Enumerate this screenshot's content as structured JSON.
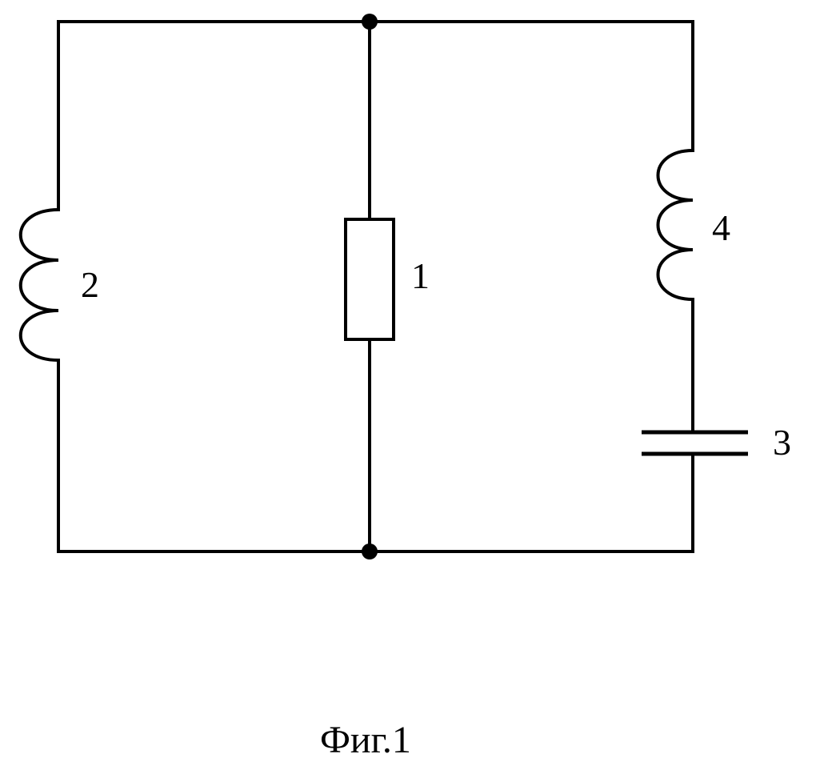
{
  "components": {
    "resistor": {
      "label": "1"
    },
    "inductor_left": {
      "label": "2"
    },
    "capacitor": {
      "label": "3"
    },
    "inductor_right": {
      "label": "4"
    }
  },
  "caption": "Фиг.1"
}
